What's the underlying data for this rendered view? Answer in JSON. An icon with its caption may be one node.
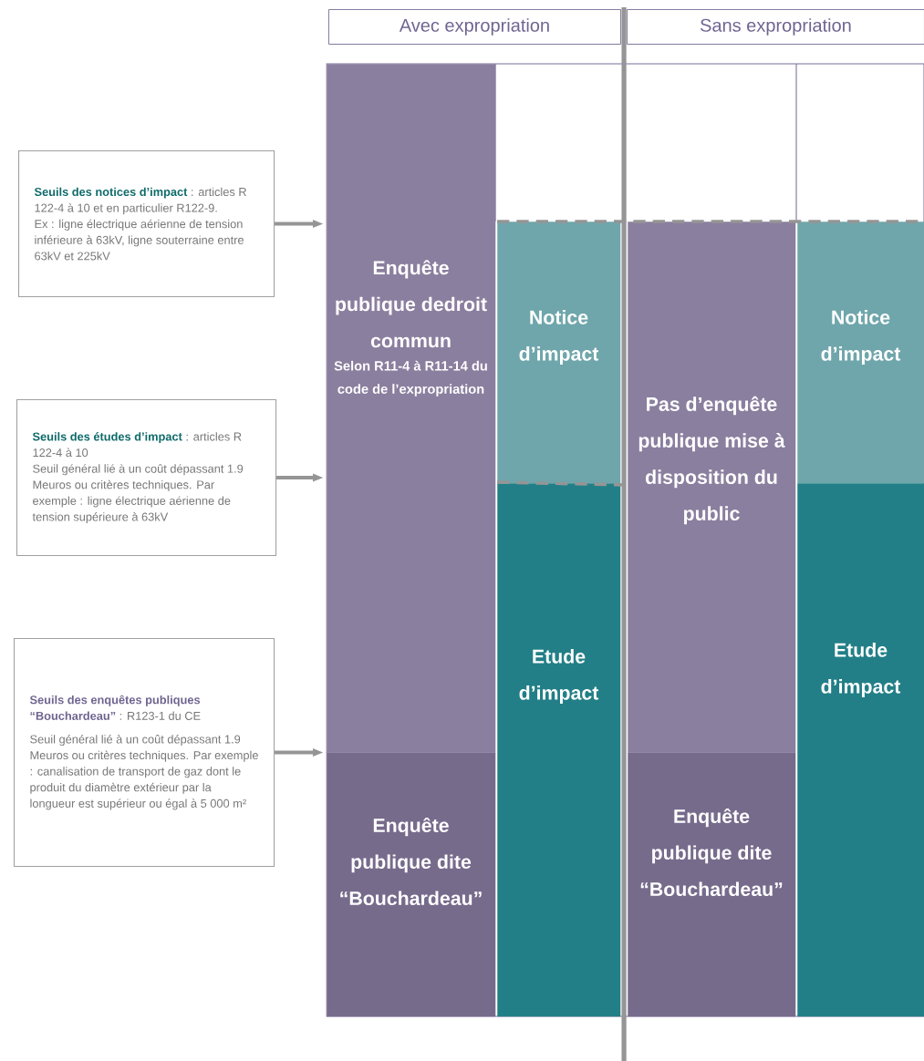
{
  "diagram": {
    "nodes": [
      {
        "text": [
          "Avec expropriation"
        ]
      },
      {
        "text": [
          "Sans expropriation"
        ]
      },
      {
        "text": [
          "Seuils des notices d’impact",
          ": articles R 122-4 à 10 et en particulier R122-9.",
          "Ex : ligne électrique aérienne de tension inférieure à 63kV, ligne souterraine entre 63kV et 225kV"
        ]
      },
      {
        "text": [
          "Seuils des études d’impact",
          ": articles R 122-4 à 10",
          "Seuil général lié à un coût dépassant 1.9 Meuros ou critères techniques. Par exemple : ligne électrique aérienne de tension supérieure à 63kV"
        ]
      },
      {
        "text": [
          "Seuils des enquêtes publiques “Bouchardeau”",
          ": R123-1 du CE",
          "Seuil général lié à un coût dépassant 1.9 Meuros ou critères techniques. Par exemple : canalisation de transport de gaz dont le produit du diamètre extérieur par la longueur est supérieur ou égal à 5 000 m²"
        ]
      },
      {
        "text": [
          "Enquête publique dedroit commun",
          "Selon R11-4 à R11-14 du code de l’expropriation"
        ]
      },
      {
        "text": [
          "Enquête publique dite “Bouchardeau”"
        ]
      },
      {
        "text": [
          "Notice d’impact"
        ]
      },
      {
        "text": [
          "Etude d’impact"
        ]
      },
      {
        "text": [
          "Pas d’enquête publique mise à disposition du public"
        ]
      },
      {
        "text": [
          "Enquête publique dite “Bouchardeau”"
        ]
      },
      {
        "text": [
          "Notice d’impact"
        ]
      },
      {
        "text": [
          "Etude d’impact"
        ]
      }
    ],
    "edges": [
      {
        "from": 2,
        "to": 5,
        "arrow": "to"
      },
      {
        "from": 3,
        "to": 5,
        "arrow": "to"
      },
      {
        "from": 4,
        "to": 6,
        "arrow": "to"
      }
    ]
  }
}
